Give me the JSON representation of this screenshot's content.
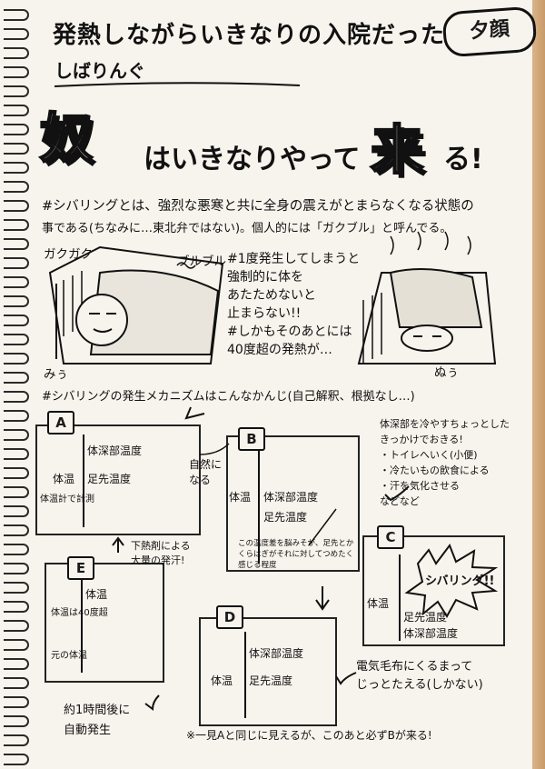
{
  "header": {
    "title_line": "発熱しながらいきなりの入院だった件",
    "badge": "夕顔",
    "reading": "しばりんぐ",
    "headline_kanji_1": "奴",
    "headline_middle": "はいきなりやって",
    "headline_kanji_2": "来",
    "headline_end": "る!"
  },
  "intro": {
    "line1": "#シバリングとは、強烈な悪寒と共に全身の震えがとまらなくなる状態の",
    "line2": "事である(ちなみに…東北弁ではない)。個人的には「ガクブル」と呼んでる。"
  },
  "illustration": {
    "sfx_left": "ガクガク",
    "sfx_right": "ブルブル",
    "sfx_bottom_left": "みぅ",
    "sfx_bottom_right": "ぬぅ",
    "note_lines": [
      "#1度発生してしまうと",
      "強制的に体を",
      "あたためないと",
      "止まらない!!",
      "#しかもそのあとには",
      "40度超の発熱が…"
    ]
  },
  "mechanism": {
    "heading": "#シバリングの発生メカニズムはこんなかんじ(自己解釈、根拠なし…)",
    "boxes": {
      "A": {
        "label": "A",
        "line1": "体深部温度",
        "line2": "体温",
        "line3": "足先温度",
        "line4": "体温計で計測"
      },
      "B": {
        "label": "B",
        "line1": "体温",
        "line2": "体深部温度",
        "line3": "足先温度",
        "note": "この温度差を脳みそが、足先とかくらはぎがそれに対してつめたく感じる程度"
      },
      "C": {
        "label": "C",
        "burst": "シバリング!!",
        "line1": "体温",
        "line2": "足先温度",
        "line3": "体深部温度"
      },
      "D": {
        "label": "D",
        "line1": "体深部温度",
        "line2": "体温",
        "line3": "足先温度"
      },
      "E": {
        "label": "E",
        "line1": "体温",
        "line2": "体温は40度超",
        "line3": "元の体温"
      }
    },
    "arrow_notes": {
      "a_to_b": "自然に なる",
      "b_to_c_lines": [
        "体深部を冷やすちょっとした",
        "きっかけでおきる!",
        "・トイレへいく(小便)",
        "・冷たいもの飲食による",
        "・汗を気化させる",
        "などなど"
      ],
      "c_to_d_lines": [
        "電気毛布にくるまって",
        "じっとたえる(しかない)"
      ],
      "d_to_e_lines": [
        "約1時間後に",
        "自動発生"
      ],
      "e_to_a_lines": [
        "下熱剤による",
        "大量の発汗!"
      ]
    },
    "footnote": "※一見Aと同じに見えるが、このあと必ずBが来る!"
  }
}
